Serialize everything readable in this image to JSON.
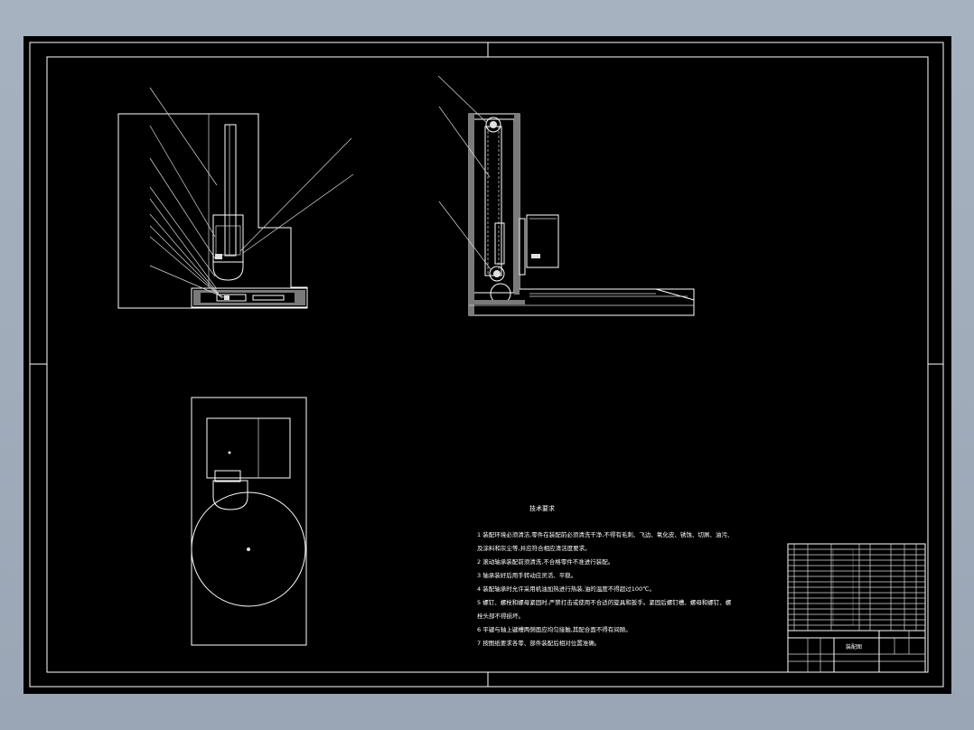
{
  "tech_requirements": {
    "title": "技术要求",
    "items": [
      "1 装配环境必须清洁,零件在装配前必须清洗干净,不得有毛刺、飞边、氧化皮、锈蚀、切屑、油污、",
      "及涂料和灰尘等,并应符合相应清洁度要求。",
      "2 滚动轴承装配前须清洗,不合格零件不准进行装配。",
      "3 轴承装好后用手转动应灵活、平稳。",
      "4 装配轴承时允许采用机油加热进行热装,油的温度不得超过100℃。",
      "5 螺钉、螺栓和螺母紧固时,严禁打击或使用不合适的旋具和扳手。紧固后螺钉槽、螺母和螺钉、螺",
      "栓头部不得损坏。",
      "6 平键与轴上键槽两侧面应均匀接触,其配合面不得有间隙。",
      "7 按图纸要求各零、部件装配后相对位置准确。"
    ]
  },
  "title_block": {
    "drawing_name": "装配图"
  }
}
